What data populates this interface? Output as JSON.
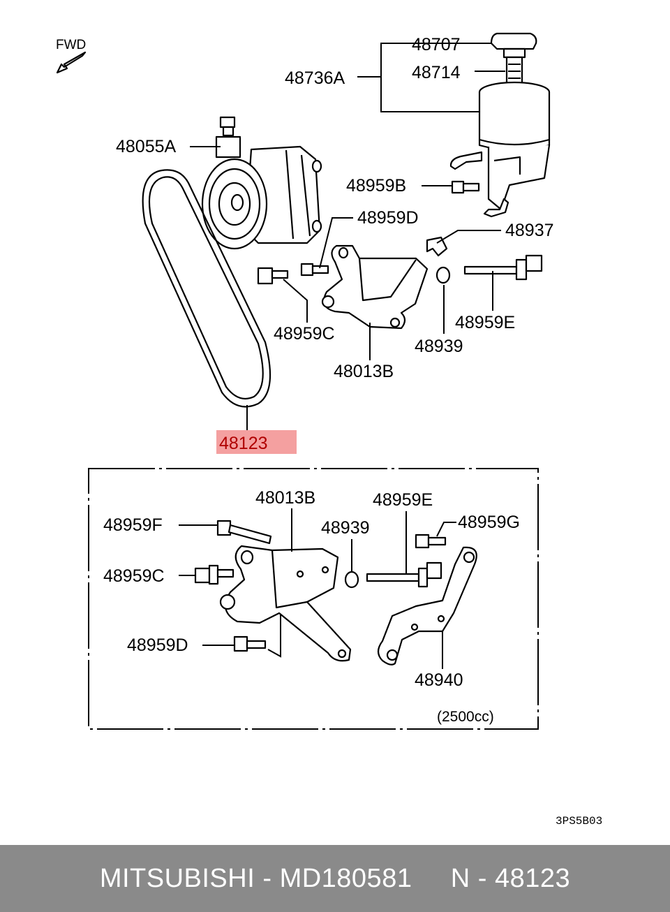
{
  "diagram": {
    "fwd_label": "FWD",
    "highlight_color": "#f4a0a0",
    "labels": {
      "p48707": "48707",
      "p48736A": "48736A",
      "p48714": "48714",
      "p48055A": "48055A",
      "p48959B": "48959B",
      "p48959D": "48959D",
      "p48937": "48937",
      "p48959C": "48959C",
      "p48939": "48939",
      "p48959E": "48959E",
      "p48013B": "48013B",
      "p48123": "48123"
    },
    "inset": {
      "labels": {
        "p48013B": "48013B",
        "p48959E": "48959E",
        "p48959F": "48959F",
        "p48939": "48939",
        "p48959G": "48959G",
        "p48959C": "48959C",
        "p48959D": "48959D",
        "p48940": "48940"
      },
      "note": "(2500cc)"
    },
    "drawing_code": "3PS5B03"
  },
  "footer": {
    "brand": "MITSUBISHI",
    "separator1": " - ",
    "part_number": "MD180581",
    "gap": "     ",
    "ref_prefix": "N",
    "separator2": " - ",
    "ref_number": "48123"
  }
}
